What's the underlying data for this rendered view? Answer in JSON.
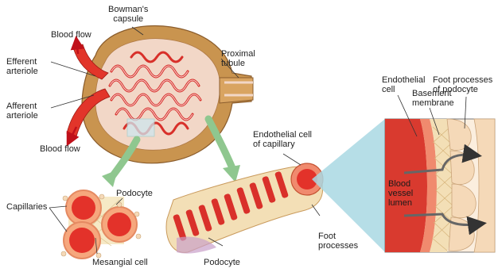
{
  "labels": {
    "bowmans_capsule": [
      "Bowman's",
      "capsule"
    ],
    "blood_flow_top": "Blood flow",
    "efferent_arteriole": [
      "Efferent",
      "arteriole"
    ],
    "afferent_arteriole": [
      "Afferent",
      "arteriole"
    ],
    "blood_flow_bottom": "Blood flow",
    "proximal_tubule": [
      "Proximal",
      "tubule"
    ],
    "endothelial_cell_capillary": [
      "Endothelial cell",
      "of capillary"
    ],
    "endothelial_cell": [
      "Endothelial",
      "cell"
    ],
    "basement_membrane": [
      "Basement",
      "membrane"
    ],
    "foot_processes_podocyte": [
      "Foot processes",
      "of podocyte"
    ],
    "blood_vessel_lumen": [
      "Blood",
      "vessel",
      "lumen"
    ],
    "capillaries": "Capillaries",
    "podocyte_cluster": "Podocyte",
    "mesangial_cell": "Mesangial cell",
    "podocyte_bottom": "Podocyte",
    "foot_processes": [
      "Foot",
      "processes"
    ]
  },
  "colors": {
    "capsule": "#c9944f",
    "vessel": "#e2352a",
    "vessel_light": "#f08a6e",
    "lumen": "#d93a2f",
    "arrow_green": "#8fc78f",
    "zoom_blue": "#a9d8e3",
    "membrane": "#f3dfb6",
    "podocyte_band": "#f5d9b8"
  }
}
